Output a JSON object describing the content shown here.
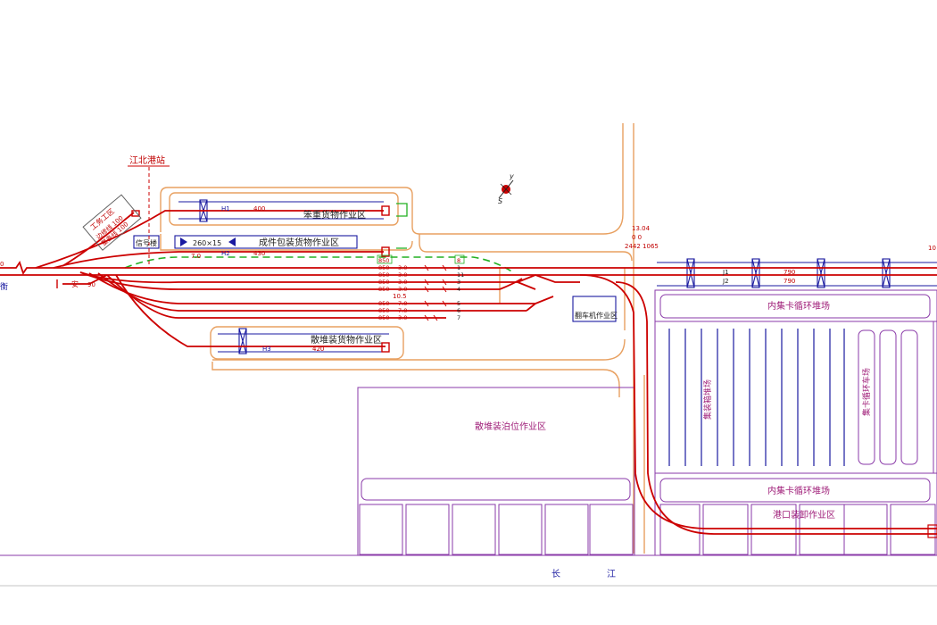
{
  "title": "江北港站",
  "labels": {
    "heavy_cargo": "笨重货物作业区",
    "packaged_cargo": "成件包装货物作业区",
    "bulk_cargo": "散堆装货物作业区",
    "bulk_berth": "散堆装泊位作业区",
    "tippler": "翻车机作业区",
    "inner_loop_top": "内集卡循环堆场",
    "inner_loop_bottom": "内集卡循环堆场",
    "port_handling": "港口装卸作业区",
    "container_yard": "集装箱堆场",
    "truck_loop": "集卡循环车场",
    "signal_building": "信号楼",
    "works_area": "工务工区",
    "river_char1": "长",
    "river_char2": "江",
    "left_edge": "衡",
    "an_label": "安",
    "compass_y": "y",
    "compass_s": "S"
  },
  "small_text": {
    "h1": "H1",
    "h1_len": "400",
    "h2": "H2",
    "h2_len": "430",
    "h3": "H3",
    "h3_len": "420",
    "dim_260": "260×15",
    "grade": "7.0",
    "j1": "J1",
    "j1_len": "790",
    "j2": "J2",
    "j2_len": "790",
    "km": "13.04",
    "km2": "0  0",
    "km3": "2442 1065",
    "dim_105": "10.5",
    "an_len": "90",
    "right_edge": "10",
    "left_edge_0": "0",
    "siding1": "边修线 100",
    "siding2": "整备线 100",
    "box850": "850",
    "box_8": "8"
  },
  "tracks": [
    {
      "len": "850",
      "grade": "3.0",
      "num": "1"
    },
    {
      "len": "850",
      "grade": "3.0",
      "num": "11"
    },
    {
      "len": "850",
      "grade": "3.0",
      "num": "3"
    },
    {
      "len": "850",
      "grade": "3.0",
      "num": "4"
    },
    {
      "len": "850",
      "grade": "7.0",
      "num": "5"
    },
    {
      "len": "850",
      "grade": "7.0",
      "num": "6"
    },
    {
      "len": "850",
      "grade": "3.0",
      "num": "7"
    }
  ],
  "colors": {
    "track": "#cc0000",
    "road": "#e8a060",
    "blue": "#1a1aa0",
    "purple": "#8a3aa8",
    "green": "#22b022"
  }
}
